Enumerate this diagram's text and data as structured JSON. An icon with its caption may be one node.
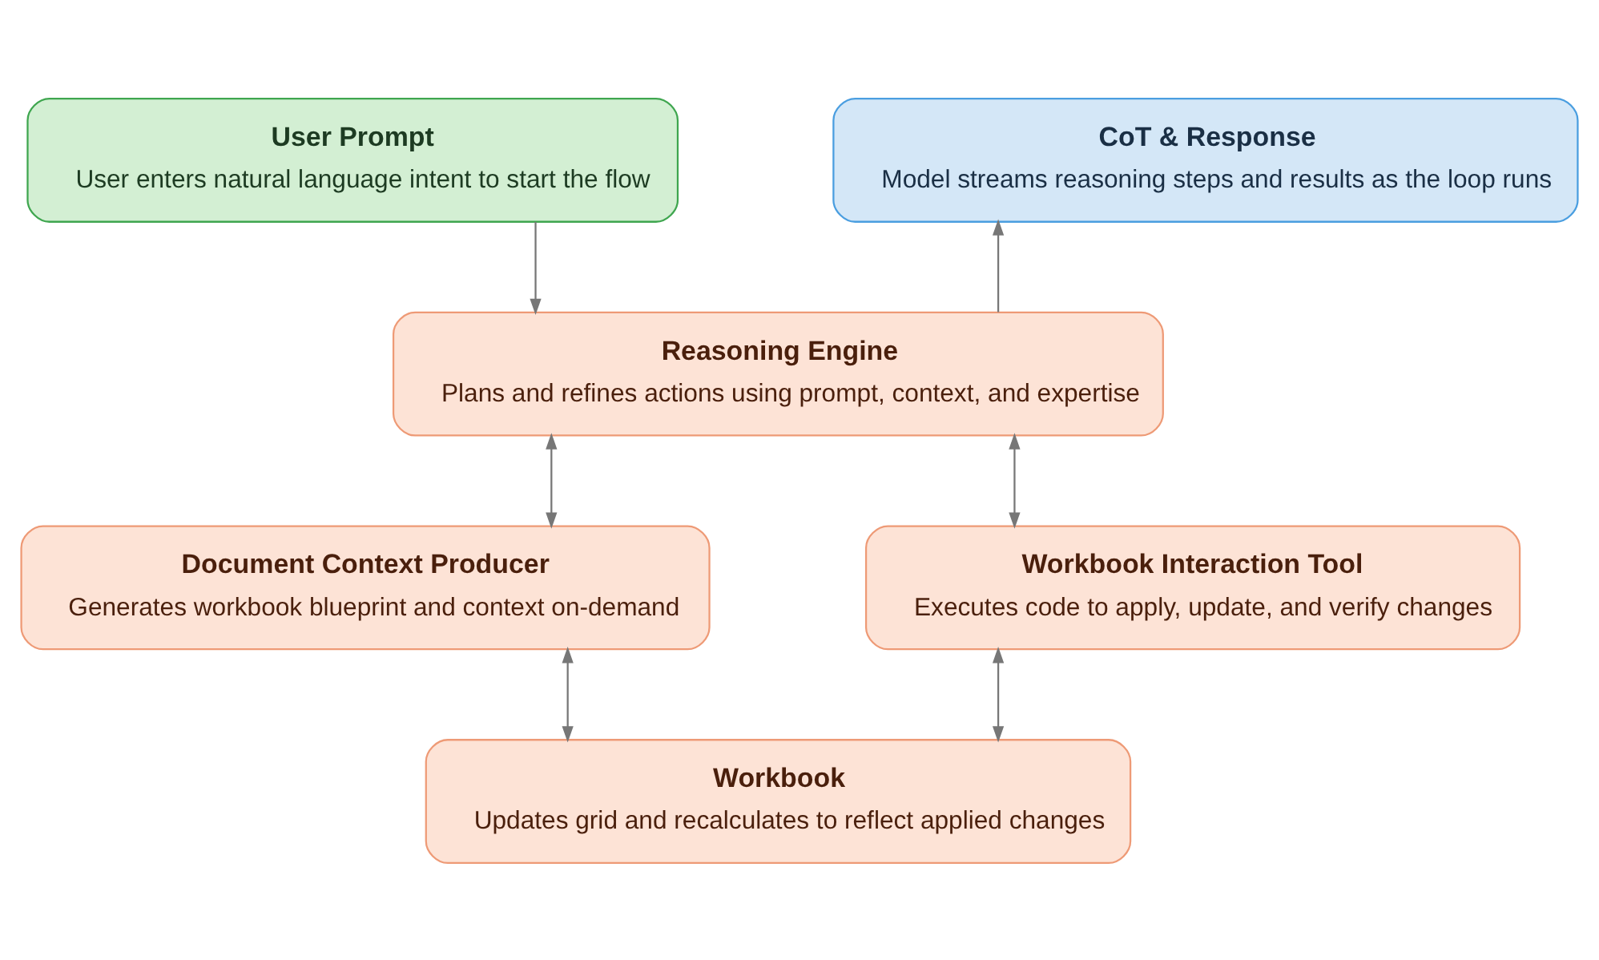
{
  "diagram": {
    "nodes": [
      {
        "text": [
          "User Prompt",
          "User enters natural language intent to start the flow"
        ]
      },
      {
        "text": [
          "CoT & Response",
          "Model streams reasoning steps and results as the loop runs"
        ]
      },
      {
        "text": [
          "Reasoning Engine",
          "Plans and refines actions using prompt, context, and expertise"
        ]
      },
      {
        "text": [
          "Document Context Producer",
          "Generates workbook blueprint and context on-demand"
        ]
      },
      {
        "text": [
          "Workbook Interaction Tool",
          "Executes code to apply, update, and verify changes"
        ]
      },
      {
        "text": [
          "Workbook",
          "Updates grid and recalculates to reflect applied changes"
        ]
      }
    ],
    "edges": [
      {
        "from": 0,
        "to": 2,
        "arrow": "to"
      },
      {
        "from": 2,
        "to": 1,
        "arrow": "to"
      },
      {
        "from": 2,
        "to": 3,
        "arrow": "both"
      },
      {
        "from": 2,
        "to": 4,
        "arrow": "both"
      },
      {
        "from": 3,
        "to": 5,
        "arrow": "both"
      },
      {
        "from": 4,
        "to": 5,
        "arrow": "both"
      }
    ]
  }
}
